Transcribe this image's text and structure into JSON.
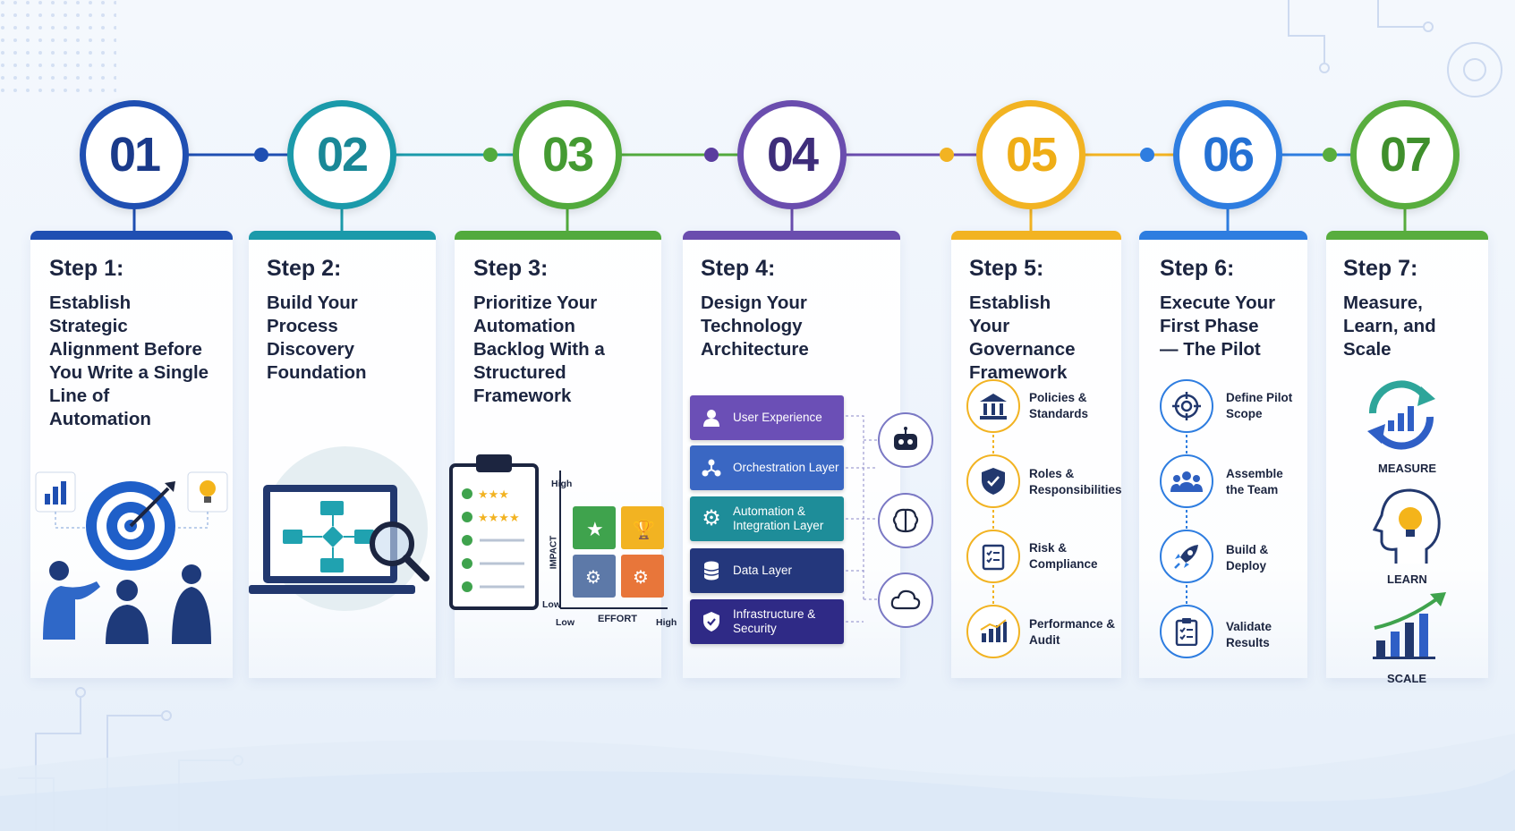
{
  "steps": [
    {
      "number": "01",
      "label": "Step 1:",
      "title": "Establish Strategic Alignment Before You Write a Single Line of Automation",
      "color": "#1f4fb2"
    },
    {
      "number": "02",
      "label": "Step 2:",
      "title": "Build Your Process Discovery Foundation",
      "color": "#1b9aaa"
    },
    {
      "number": "03",
      "label": "Step 3:",
      "title": "Prioritize Your Automation Backlog With a Structured Framework",
      "color": "#52aa3d"
    },
    {
      "number": "04",
      "label": "Step 4:",
      "title": "Design Your Technology Architecture",
      "color": "#6a4dae"
    },
    {
      "number": "05",
      "label": "Step 5:",
      "title": "Establish Your Governance Framework",
      "color": "#f2b322"
    },
    {
      "number": "06",
      "label": "Step 6:",
      "title": "Execute Your First Phase — The Pilot",
      "color": "#2e7de0"
    },
    {
      "number": "07",
      "label": "Step 7:",
      "title": "Measure, Learn, and Scale",
      "color": "#58ad3e"
    }
  ],
  "matrix": {
    "y_axis": "IMPACT",
    "x_axis": "EFFORT",
    "high": "High",
    "low": "Low"
  },
  "architecture": {
    "layers": [
      {
        "label": "User Experience",
        "icon": "user-icon",
        "color": "#6b4fb6"
      },
      {
        "label": "Orchestration Layer",
        "icon": "network-icon",
        "color": "#3a67c3"
      },
      {
        "label": "Automation & Integration Layer",
        "icon": "gear-icon",
        "color": "#1e8d99"
      },
      {
        "label": "Data Layer",
        "icon": "database-icon",
        "color": "#24377c"
      },
      {
        "label": "Infrastructure & Security",
        "icon": "shield-icon",
        "color": "#2f2a86"
      }
    ],
    "side_icons": [
      "robot-icon",
      "brain-icon",
      "cloud-icon"
    ]
  },
  "governance": [
    {
      "label": "Policies & Standards",
      "icon": "bank-icon"
    },
    {
      "label": "Roles & Responsibilities",
      "icon": "shield-check-icon"
    },
    {
      "label": "Risk & Compliance",
      "icon": "checklist-icon"
    },
    {
      "label": "Performance & Audit",
      "icon": "chart-icon"
    }
  ],
  "pilot": [
    {
      "label": "Define Pilot Scope",
      "icon": "target-icon"
    },
    {
      "label": "Assemble the Team",
      "icon": "team-icon"
    },
    {
      "label": "Build & Deploy",
      "icon": "rocket-icon"
    },
    {
      "label": "Validate Results",
      "icon": "clipboard-icon"
    }
  ],
  "scale": [
    {
      "label": "MEASURE",
      "icon": "measure-cycle-icon"
    },
    {
      "label": "LEARN",
      "icon": "head-bulb-icon"
    },
    {
      "label": "SCALE",
      "icon": "growth-chart-icon"
    }
  ]
}
